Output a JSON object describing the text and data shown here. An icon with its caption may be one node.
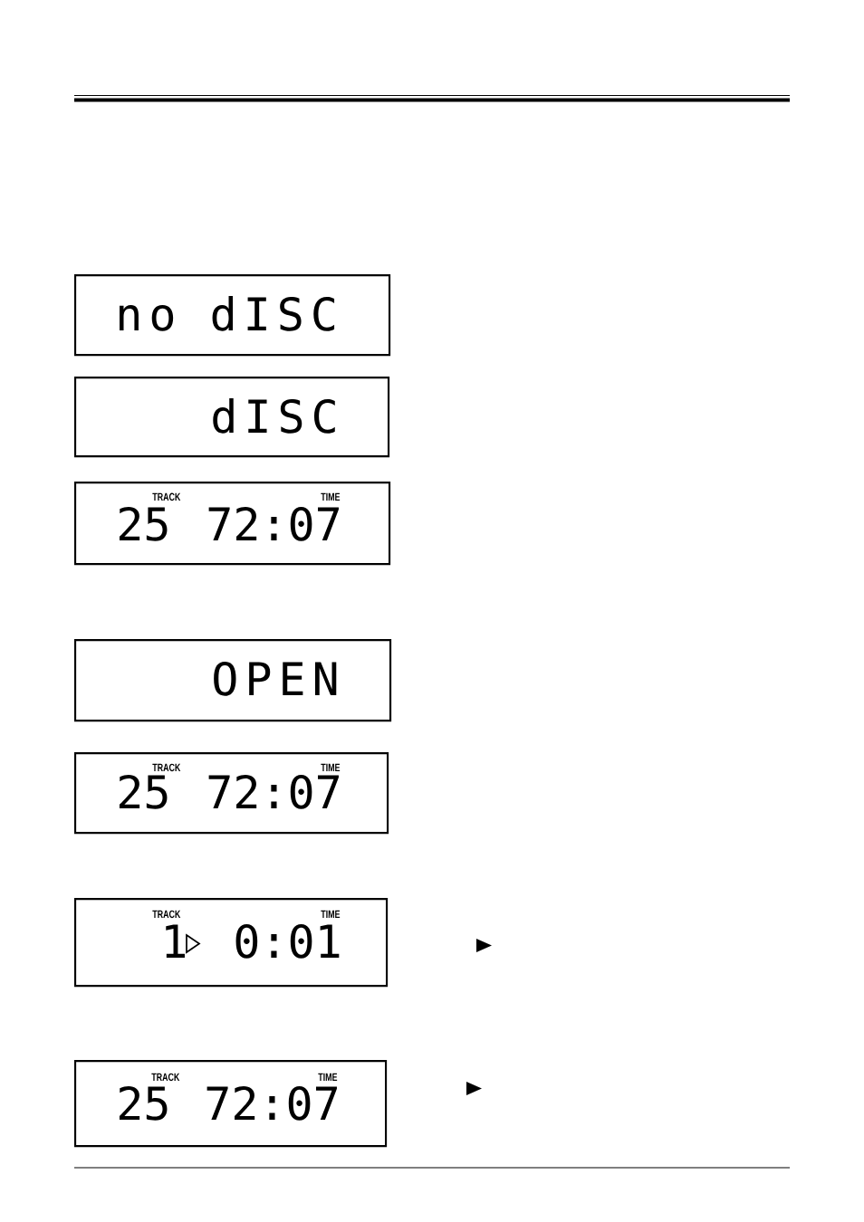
{
  "diagram": {
    "nodes": [
      {
        "text": [
          "no dISC"
        ]
      },
      {
        "text": [
          "dISC"
        ]
      },
      {
        "text": [
          "TRACK",
          "TIME",
          "25",
          "72:07"
        ]
      },
      {
        "text": [
          "OPEN"
        ]
      },
      {
        "text": [
          "TRACK",
          "TIME",
          "25",
          "72:07"
        ]
      },
      {
        "text": [
          "TRACK",
          "TIME",
          "1",
          "0:01"
        ]
      },
      {
        "text": [
          "TRACK",
          "TIME",
          "25",
          "72:07"
        ]
      }
    ]
  }
}
